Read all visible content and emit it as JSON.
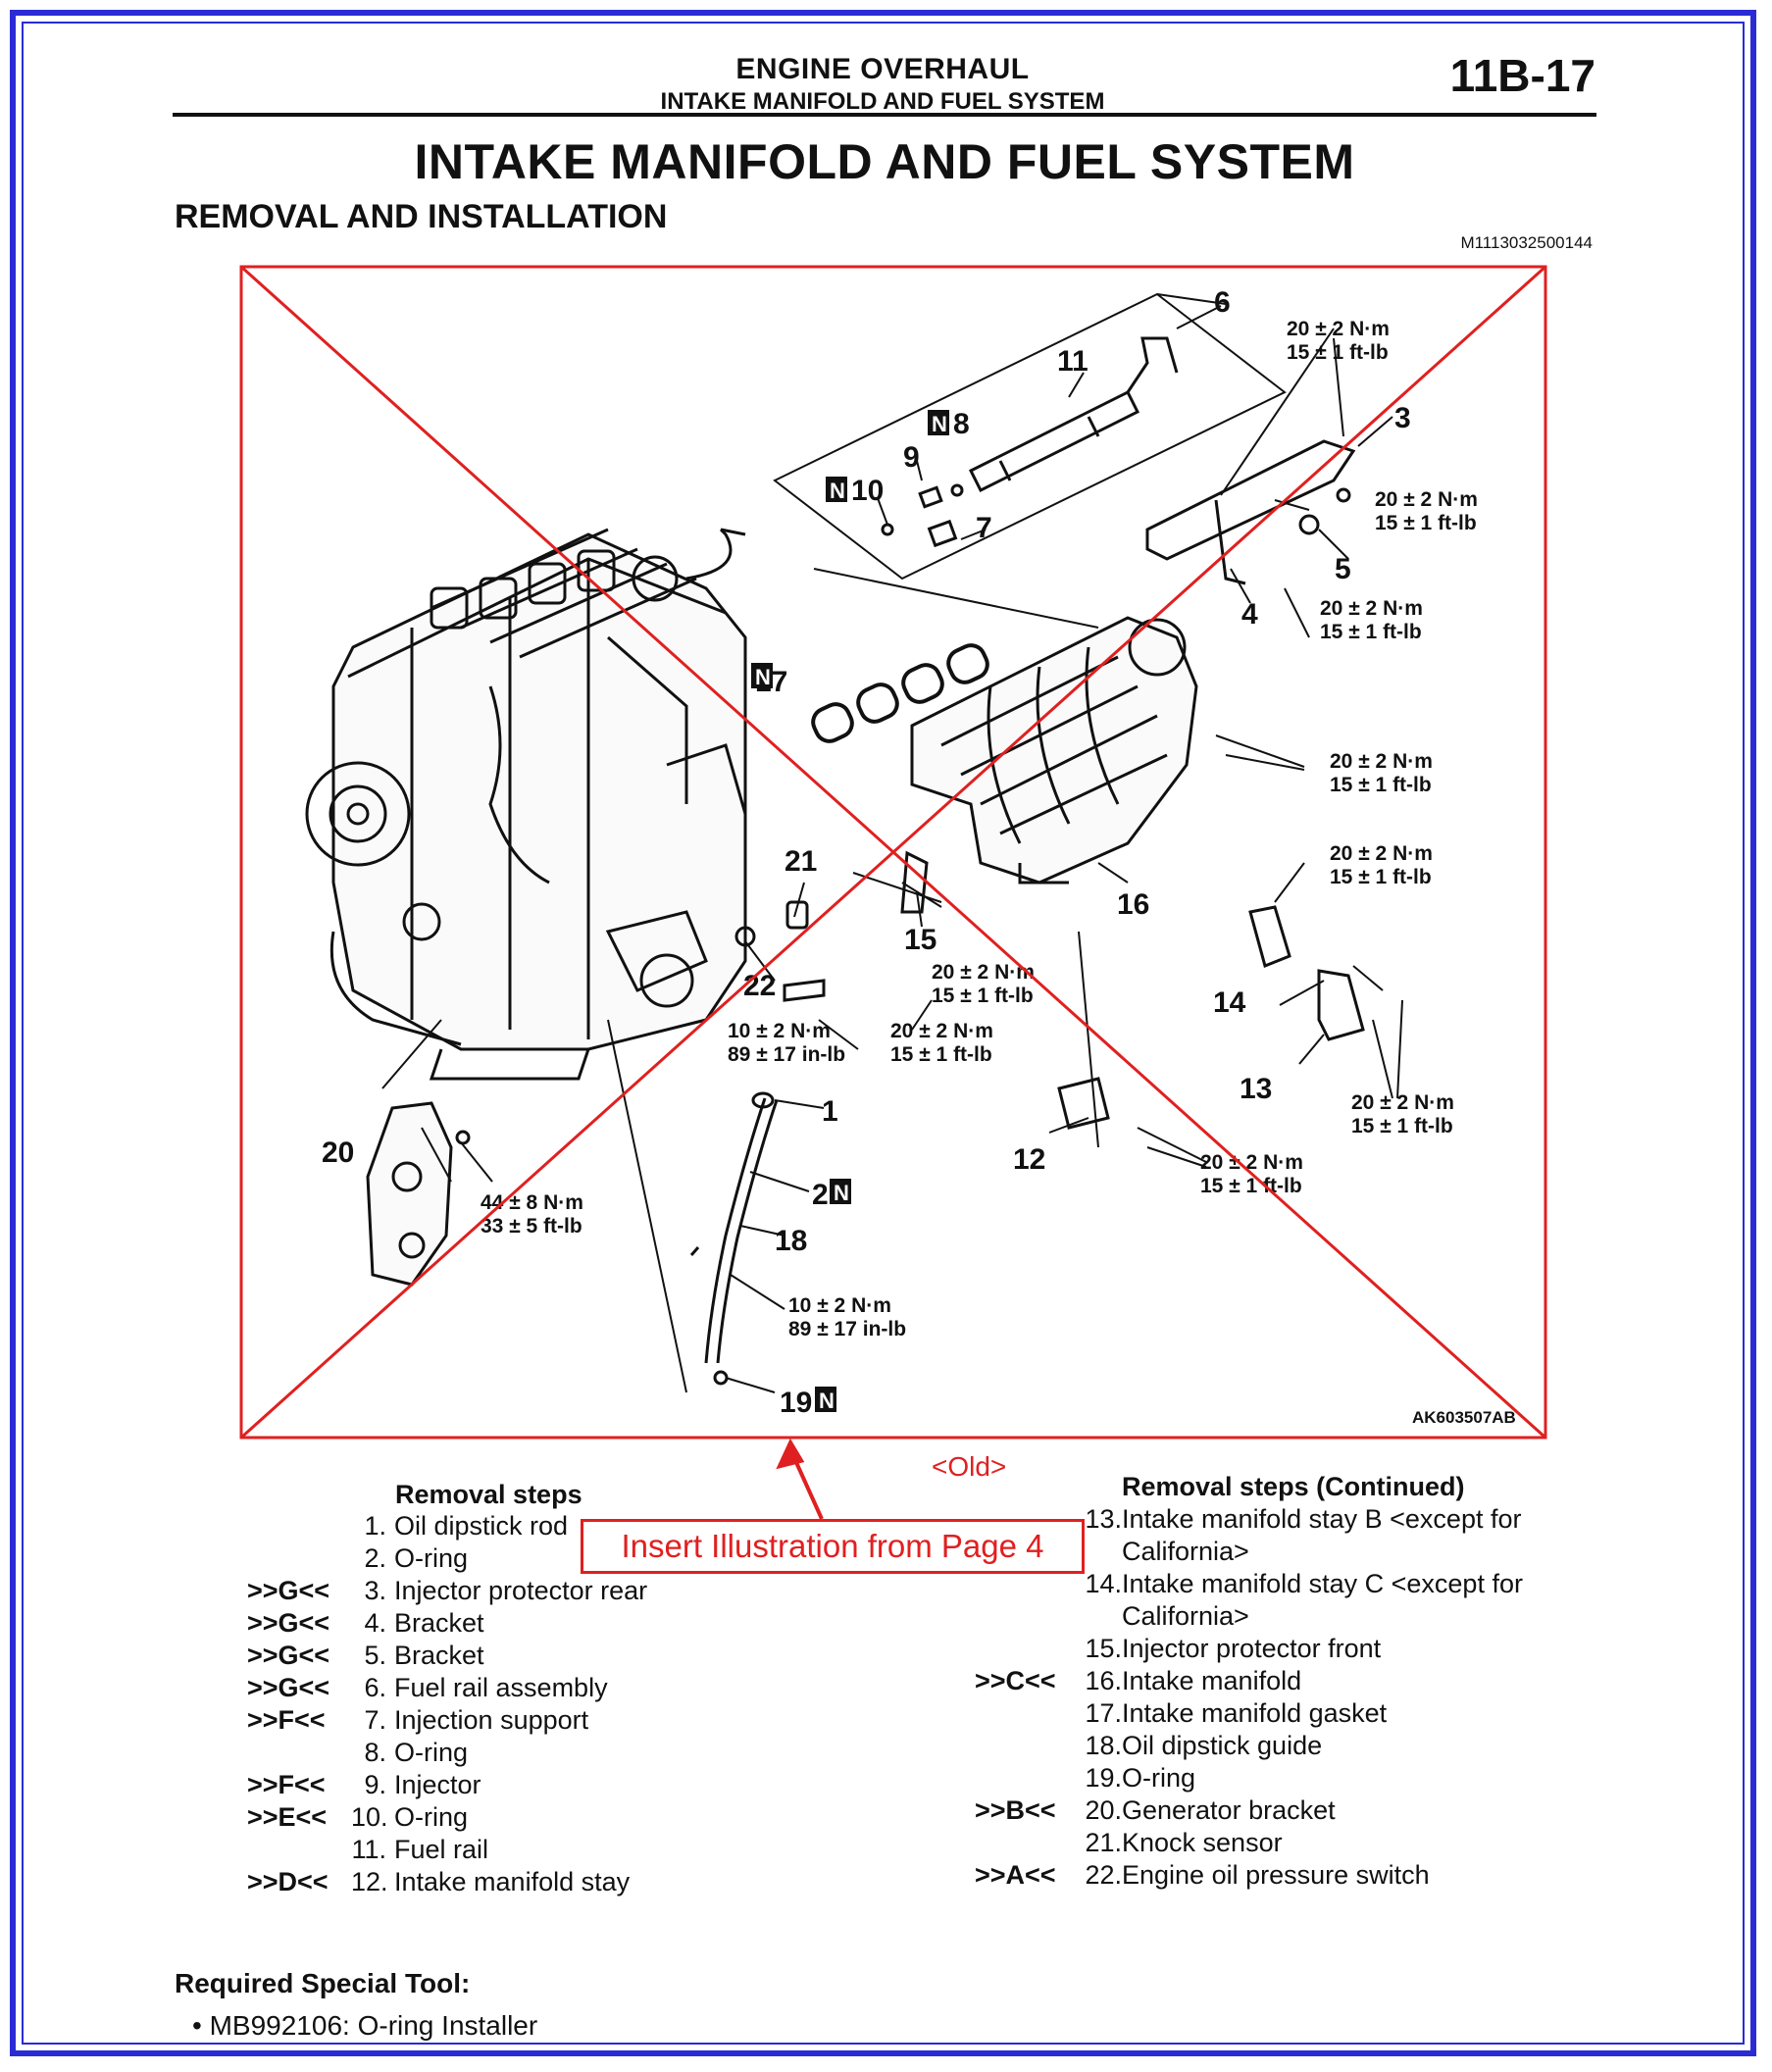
{
  "header": {
    "section": "ENGINE OVERHAUL",
    "subsection": "INTAKE MANIFOLD AND FUEL SYSTEM",
    "page_number": "11B-17"
  },
  "title": "INTAKE MANIFOLD AND FUEL SYSTEM",
  "subtitle": "REMOVAL AND INSTALLATION",
  "doc_code": "M1113032500144",
  "figure": {
    "code": "AK603507AB",
    "old_label": "<Old>",
    "callout": "Insert Illustration from Page 4",
    "parts": [
      "1",
      "2",
      "3",
      "4",
      "5",
      "6",
      "7",
      "8",
      "9",
      "10",
      "11",
      "12",
      "13",
      "14",
      "15",
      "16",
      "17",
      "18",
      "19",
      "20",
      "21",
      "22"
    ],
    "new_mark": "N",
    "torques": {
      "t20nm": "20 ± 2 N·m",
      "t15ft": "15 ± 1 ft-lb",
      "t10nm": "10 ± 2 N·m",
      "t89in": "89 ± 17 in-lb",
      "t44nm": "44 ± 8 N·m",
      "t33ft": "33 ± 5 ft-lb"
    }
  },
  "removal_steps_left": {
    "title": "Removal steps",
    "items": [
      {
        "mark": "",
        "num": "1.",
        "text": "Oil dipstick rod"
      },
      {
        "mark": "",
        "num": "2.",
        "text": "O-ring"
      },
      {
        "mark": ">>G<<",
        "num": "3.",
        "text": "Injector protector rear"
      },
      {
        "mark": ">>G<<",
        "num": "4.",
        "text": "Bracket"
      },
      {
        "mark": ">>G<<",
        "num": "5.",
        "text": "Bracket"
      },
      {
        "mark": ">>G<<",
        "num": "6.",
        "text": "Fuel rail assembly"
      },
      {
        "mark": ">>F<<",
        "num": "7.",
        "text": "Injection support"
      },
      {
        "mark": "",
        "num": "8.",
        "text": "O-ring"
      },
      {
        "mark": ">>F<<",
        "num": "9.",
        "text": "Injector"
      },
      {
        "mark": ">>E<<",
        "num": "10.",
        "text": "O-ring"
      },
      {
        "mark": "",
        "num": "11.",
        "text": "Fuel rail"
      },
      {
        "mark": ">>D<<",
        "num": "12.",
        "text": "Intake manifold stay"
      }
    ]
  },
  "removal_steps_right": {
    "title": "Removal steps (Continued)",
    "items": [
      {
        "mark": "",
        "num": "13.",
        "text": "Intake manifold stay B <except for",
        "cont": "California>"
      },
      {
        "mark": "",
        "num": "14.",
        "text": "Intake manifold stay C <except for",
        "cont": "California>"
      },
      {
        "mark": "",
        "num": "15.",
        "text": "Injector protector front"
      },
      {
        "mark": ">>C<<",
        "num": "16.",
        "text": "Intake manifold"
      },
      {
        "mark": "",
        "num": "17.",
        "text": "Intake manifold gasket"
      },
      {
        "mark": "",
        "num": "18.",
        "text": "Oil dipstick guide"
      },
      {
        "mark": "",
        "num": "19.",
        "text": "O-ring"
      },
      {
        "mark": ">>B<<",
        "num": "20.",
        "text": "Generator bracket"
      },
      {
        "mark": "",
        "num": "21.",
        "text": "Knock sensor"
      },
      {
        "mark": ">>A<<",
        "num": "22.",
        "text": "Engine oil pressure switch"
      }
    ]
  },
  "special_tool": {
    "title": "Required Special Tool:",
    "items": [
      "MB992106: O-ring Installer"
    ]
  }
}
